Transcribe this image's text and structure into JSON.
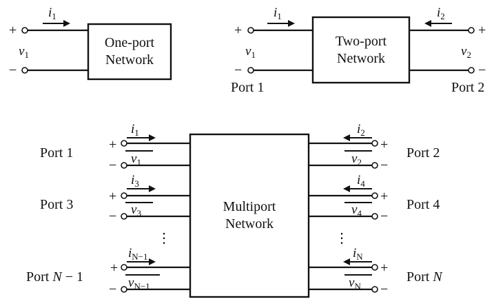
{
  "one_port": {
    "box_line1": "One-port",
    "box_line2": "Network",
    "current": "i",
    "current_sub": "1",
    "voltage": "v",
    "voltage_sub": "1",
    "plus": "+",
    "minus": "−"
  },
  "two_port": {
    "box_line1": "Two-port",
    "box_line2": "Network",
    "left_current": "i",
    "left_current_sub": "1",
    "left_voltage": "v",
    "left_voltage_sub": "1",
    "right_current": "i",
    "right_current_sub": "2",
    "right_voltage": "v",
    "right_voltage_sub": "2",
    "port_left": "Port 1",
    "port_right": "Port 2",
    "plus": "+",
    "minus": "−"
  },
  "multiport": {
    "box_line1": "Multiport",
    "box_line2": "Network",
    "plus": "+",
    "minus": "−",
    "ellipsis": "⋮",
    "left_ports": [
      {
        "label": "Port 1",
        "i": "i",
        "i_sub": "1",
        "v": "v",
        "v_sub": "1"
      },
      {
        "label": "Port 3",
        "i": "i",
        "i_sub": "3",
        "v": "v",
        "v_sub": "3"
      },
      {
        "label_main": "Port ",
        "label_var": "N",
        "label_tail": " − 1",
        "i": "i",
        "i_sub": "N−1",
        "v": "v",
        "v_sub": "N−1"
      }
    ],
    "right_ports": [
      {
        "label": "Port 2",
        "i": "i",
        "i_sub": "2",
        "v": "v",
        "v_sub": "2"
      },
      {
        "label": "Port 4",
        "i": "i",
        "i_sub": "4",
        "v": "v",
        "v_sub": "4"
      },
      {
        "label_main": "Port ",
        "label_var": "N",
        "i": "i",
        "i_sub": "N",
        "v": "v",
        "v_sub": "N"
      }
    ]
  }
}
